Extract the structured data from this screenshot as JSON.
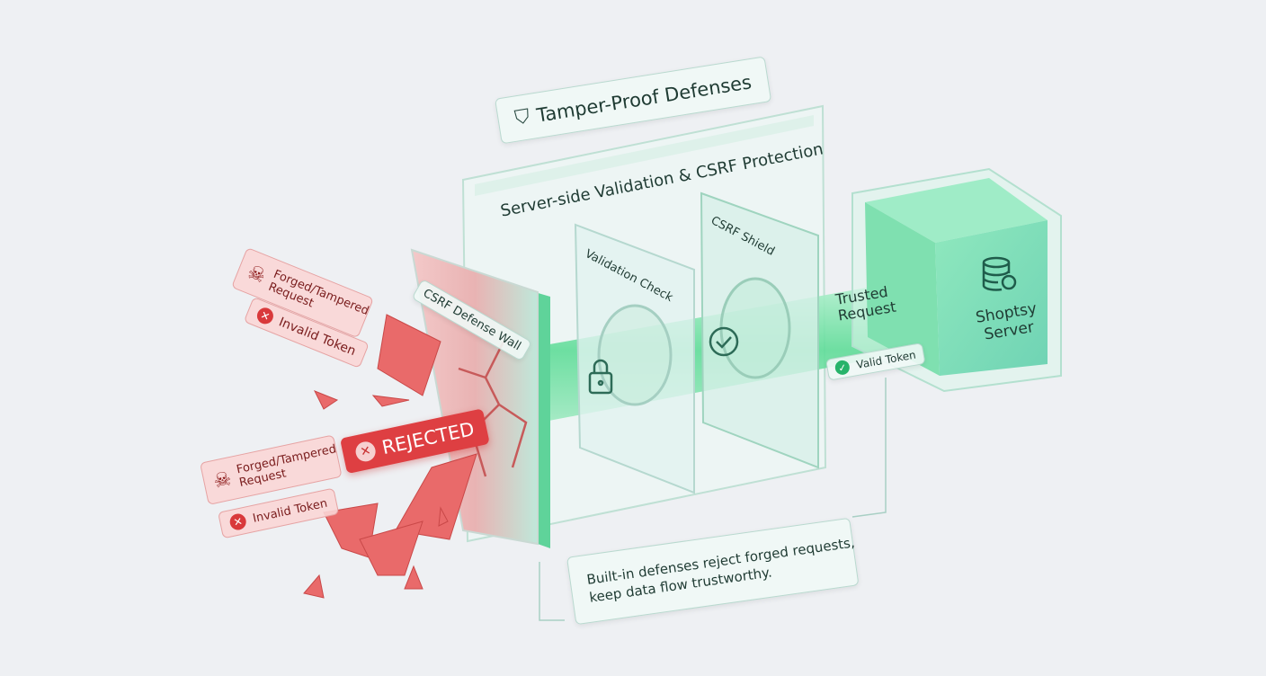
{
  "title_badge": {
    "label": "Tamper-Proof Defenses",
    "icon": "shield-check-icon"
  },
  "back_panel": {
    "label": "Server-side Validation & CSRF Protection"
  },
  "defense_wall": {
    "label": "CSRF Defense Wall"
  },
  "validation_panel": {
    "label": "Validation Check",
    "icon": "lock-icon"
  },
  "shield_panel": {
    "label": "CSRF Shield",
    "icon": "check-circle-icon"
  },
  "tube": {
    "label": "Trusted Request",
    "badge": "Valid Token"
  },
  "server": {
    "label": "Shoptsy Server",
    "icon": "database-icon"
  },
  "rejected": {
    "label": "REJECTED"
  },
  "attacks": [
    {
      "label": "Forged/Tampered Request",
      "token": "Invalid Token"
    },
    {
      "label": "Forged/Tampered Request",
      "token": "Invalid Token"
    }
  ],
  "caption": {
    "line1": "Built-in defenses reject forged requests,",
    "line2": "keep data flow trustworthy."
  },
  "colors": {
    "green": "#3fd48a",
    "red": "#e0474a",
    "background": "#eef0f3"
  }
}
